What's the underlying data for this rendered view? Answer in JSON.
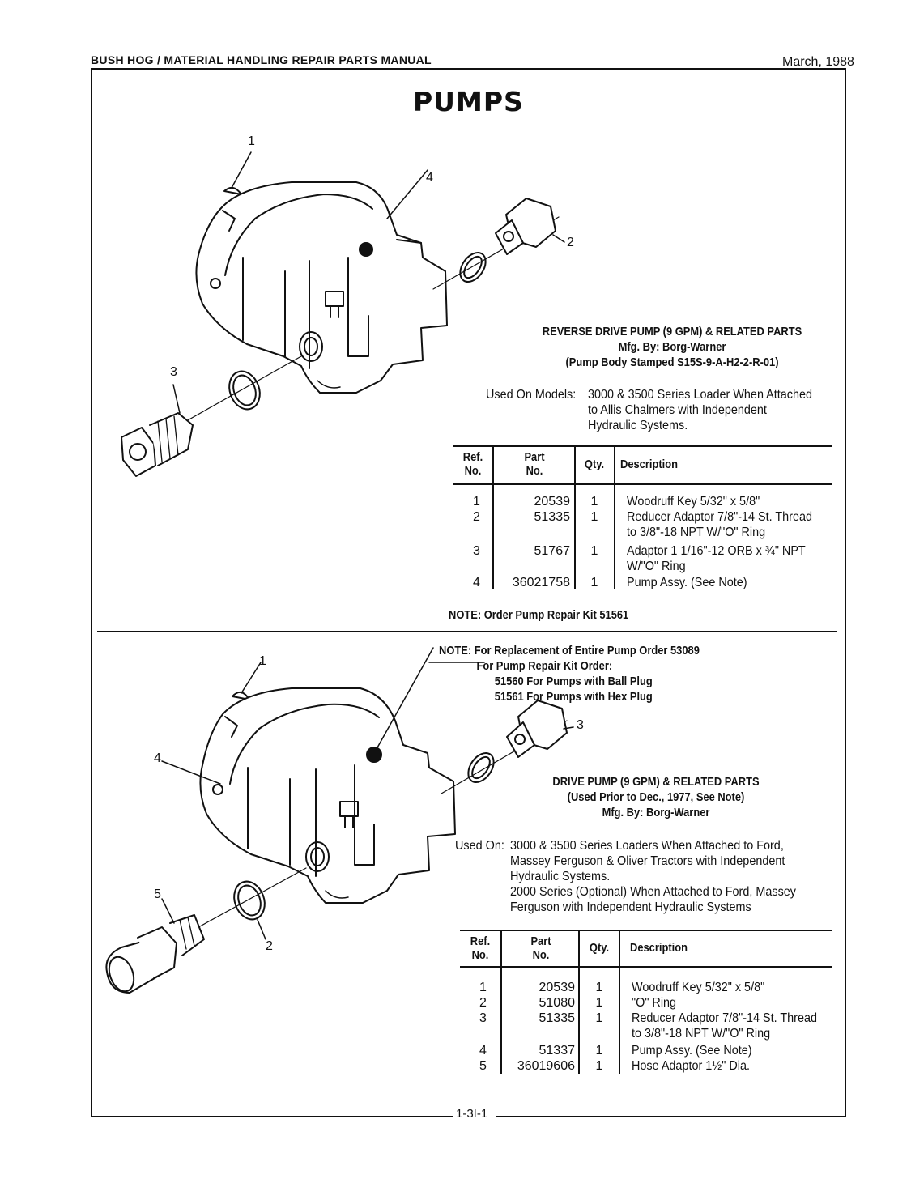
{
  "header": {
    "left": "BUSH HOG / MATERIAL HANDLING REPAIR PARTS MANUAL",
    "right": "March, 1988"
  },
  "page_title": "PUMPS",
  "section1": {
    "heading_line1": "REVERSE DRIVE PUMP (9 GPM) & RELATED PARTS",
    "heading_line2": "Mfg. By:  Borg-Warner",
    "heading_line3": "(Pump Body Stamped S15S-9-A-H2-2-R-01)",
    "used_label": "Used On Models:",
    "used_lines": [
      "3000 & 3500 Series Loader When Attached",
      "to Allis Chalmers with Independent",
      "Hydraulic Systems."
    ],
    "callouts": [
      "1",
      "4",
      "2",
      "3"
    ],
    "columns": {
      "ref1": "Ref.",
      "ref2": "No.",
      "part1": "Part",
      "part2": "No.",
      "qty": "Qty.",
      "desc": "Description"
    },
    "rows": [
      {
        "ref": "1",
        "part": "20539",
        "qty": "1",
        "desc": [
          "Woodruff Key 5/32\" x 5/8\""
        ]
      },
      {
        "ref": "2",
        "part": "51335",
        "qty": "1",
        "desc": [
          "Reducer Adaptor 7/8\"-14 St. Thread",
          "to 3/8\"-18 NPT W/\"O\" Ring"
        ]
      },
      {
        "ref": "3",
        "part": "51767",
        "qty": "1",
        "desc": [
          "Adaptor 1 1/16\"-12 ORB x ¾\" NPT",
          "W/\"O\" Ring"
        ]
      },
      {
        "ref": "4",
        "part": "36021758",
        "qty": "1",
        "desc": [
          "Pump Assy. (See Note)"
        ]
      }
    ],
    "note": "NOTE:  Order Pump Repair Kit 51561"
  },
  "section2": {
    "note_lines": [
      "NOTE:  For Replacement of Entire Pump Order 53089",
      "For Pump Repair Kit Order:",
      "51560 For Pumps with Ball Plug",
      "51561 For Pumps with Hex Plug"
    ],
    "heading_line1": "DRIVE PUMP (9 GPM) & RELATED PARTS",
    "heading_line2": "(Used Prior to Dec., 1977, See Note)",
    "heading_line3": "Mfg. By:  Borg-Warner",
    "used_label": "Used On:",
    "used_lines": [
      "3000 & 3500 Series Loaders When Attached to Ford,",
      "Massey Ferguson & Oliver Tractors with Independent",
      "Hydraulic Systems.",
      "2000 Series (Optional) When Attached to Ford, Massey",
      "Ferguson with Independent Hydraulic Systems"
    ],
    "callouts": [
      "1",
      "3",
      "4",
      "5",
      "2"
    ],
    "columns": {
      "ref1": "Ref.",
      "ref2": "No.",
      "part1": "Part",
      "part2": "No.",
      "qty": "Qty.",
      "desc": "Description"
    },
    "rows": [
      {
        "ref": "1",
        "part": "20539",
        "qty": "1",
        "desc": [
          "Woodruff Key 5/32\" x 5/8\""
        ]
      },
      {
        "ref": "2",
        "part": "51080",
        "qty": "1",
        "desc": [
          "\"O\" Ring"
        ]
      },
      {
        "ref": "3",
        "part": "51335",
        "qty": "1",
        "desc": [
          "Reducer Adaptor 7/8\"-14 St. Thread",
          "to 3/8\"-18 NPT W/\"O\" Ring"
        ]
      },
      {
        "ref": "4",
        "part": "51337",
        "qty": "1",
        "desc": [
          "Pump Assy. (See Note)"
        ]
      },
      {
        "ref": "5",
        "part": "36019606",
        "qty": "1",
        "desc": [
          "Hose Adaptor 1½\" Dia."
        ]
      }
    ]
  },
  "footer": {
    "page_number": "1-3I-1"
  }
}
